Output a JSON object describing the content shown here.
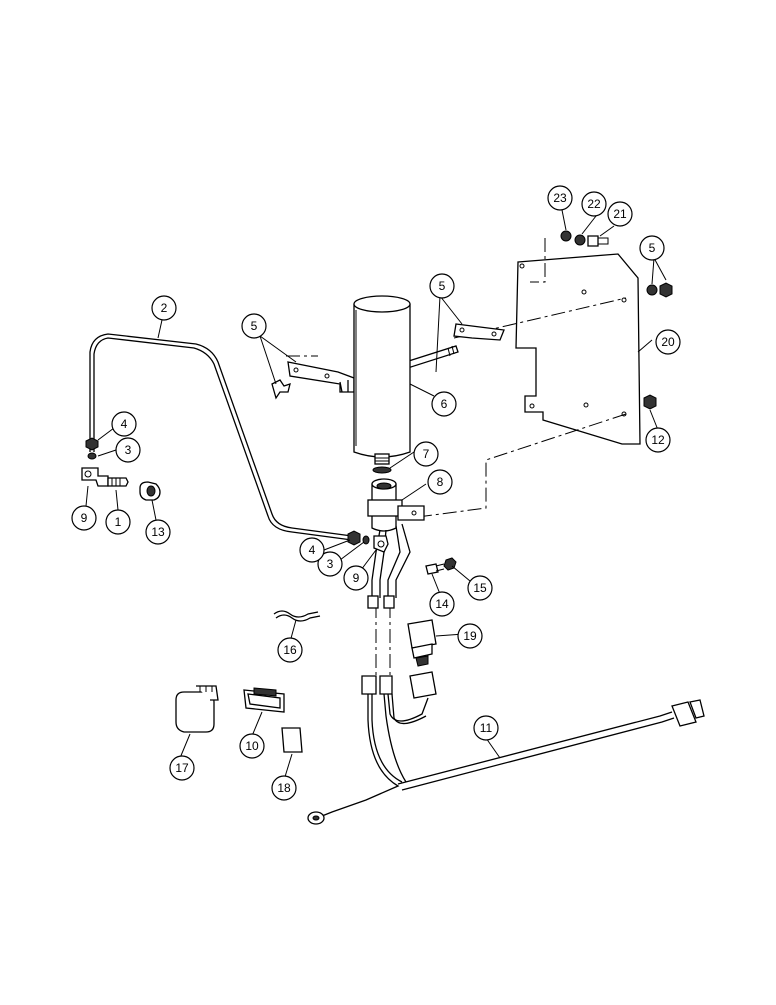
{
  "diagram": {
    "callouts": [
      {
        "id": "c1",
        "label": "1"
      },
      {
        "id": "c2",
        "label": "2"
      },
      {
        "id": "c3a",
        "label": "3"
      },
      {
        "id": "c3b",
        "label": "3"
      },
      {
        "id": "c4a",
        "label": "4"
      },
      {
        "id": "c4b",
        "label": "4"
      },
      {
        "id": "c5a",
        "label": "5"
      },
      {
        "id": "c5b",
        "label": "5"
      },
      {
        "id": "c5c",
        "label": "5"
      },
      {
        "id": "c6",
        "label": "6"
      },
      {
        "id": "c7",
        "label": "7"
      },
      {
        "id": "c8",
        "label": "8"
      },
      {
        "id": "c9a",
        "label": "9"
      },
      {
        "id": "c9b",
        "label": "9"
      },
      {
        "id": "c10",
        "label": "10"
      },
      {
        "id": "c11",
        "label": "11"
      },
      {
        "id": "c12",
        "label": "12"
      },
      {
        "id": "c13",
        "label": "13"
      },
      {
        "id": "c14",
        "label": "14"
      },
      {
        "id": "c15",
        "label": "15"
      },
      {
        "id": "c16",
        "label": "16"
      },
      {
        "id": "c17",
        "label": "17"
      },
      {
        "id": "c18",
        "label": "18"
      },
      {
        "id": "c19",
        "label": "19"
      },
      {
        "id": "c20",
        "label": "20"
      },
      {
        "id": "c21",
        "label": "21"
      },
      {
        "id": "c22",
        "label": "22"
      },
      {
        "id": "c23",
        "label": "23"
      }
    ]
  }
}
